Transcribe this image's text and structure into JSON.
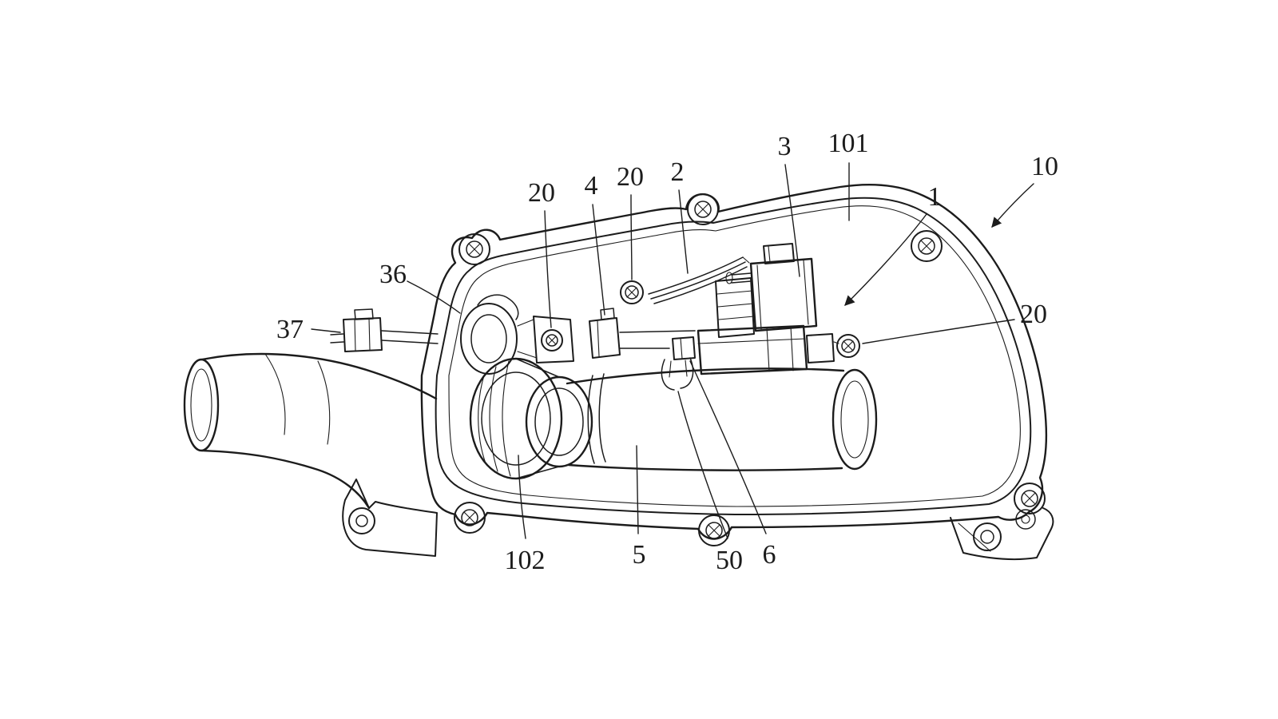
{
  "figure": {
    "type": "patent-line-drawing",
    "background_color": "#ffffff",
    "line_color": "#1c1c1c",
    "reference_labels": [
      {
        "text": "36"
      },
      {
        "text": "37"
      },
      {
        "text": "20"
      },
      {
        "text": "4"
      },
      {
        "text": "20"
      },
      {
        "text": "2"
      },
      {
        "text": "3"
      },
      {
        "text": "101"
      },
      {
        "text": "1"
      },
      {
        "text": "10"
      },
      {
        "text": "20"
      },
      {
        "text": "102"
      },
      {
        "text": "5"
      },
      {
        "text": "50"
      },
      {
        "text": "6"
      }
    ]
  }
}
